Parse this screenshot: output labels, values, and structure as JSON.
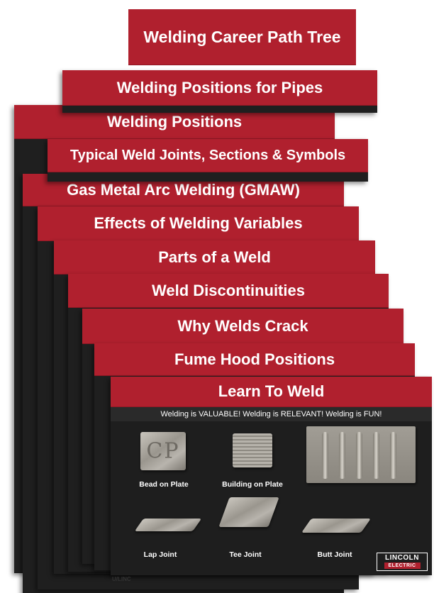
{
  "posters": {
    "career": "Welding Career Path Tree",
    "pipes": "Welding Positions for Pipes",
    "positions": "Welding Positions",
    "joints": "Typical Weld Joints, Sections & Symbols",
    "gmaw": "Gas Metal Arc Welding (GMAW)",
    "effects": "Effects of Welding Variables",
    "parts": "Parts of a Weld",
    "discontinuities": "Weld Discontinuities",
    "crack": "Why Welds Crack",
    "fume": "Fume Hood Positions",
    "learn": "Learn To Weld"
  },
  "learn_poster": {
    "tagline": "Welding is VALUABLE!  Welding is RELEVANT!  Welding is FUN!",
    "bead_letters": "CP",
    "samples": {
      "bead_on_plate": "Bead on Plate",
      "building_on_plate": "Building on Plate",
      "lap_joint": "Lap Joint",
      "tee_joint": "Tee Joint",
      "butt_joint": "Butt Joint"
    },
    "logo_top": "LINCOLN",
    "logo_bottom": "ELECTRIC"
  },
  "footer_brand": "U/LINC"
}
